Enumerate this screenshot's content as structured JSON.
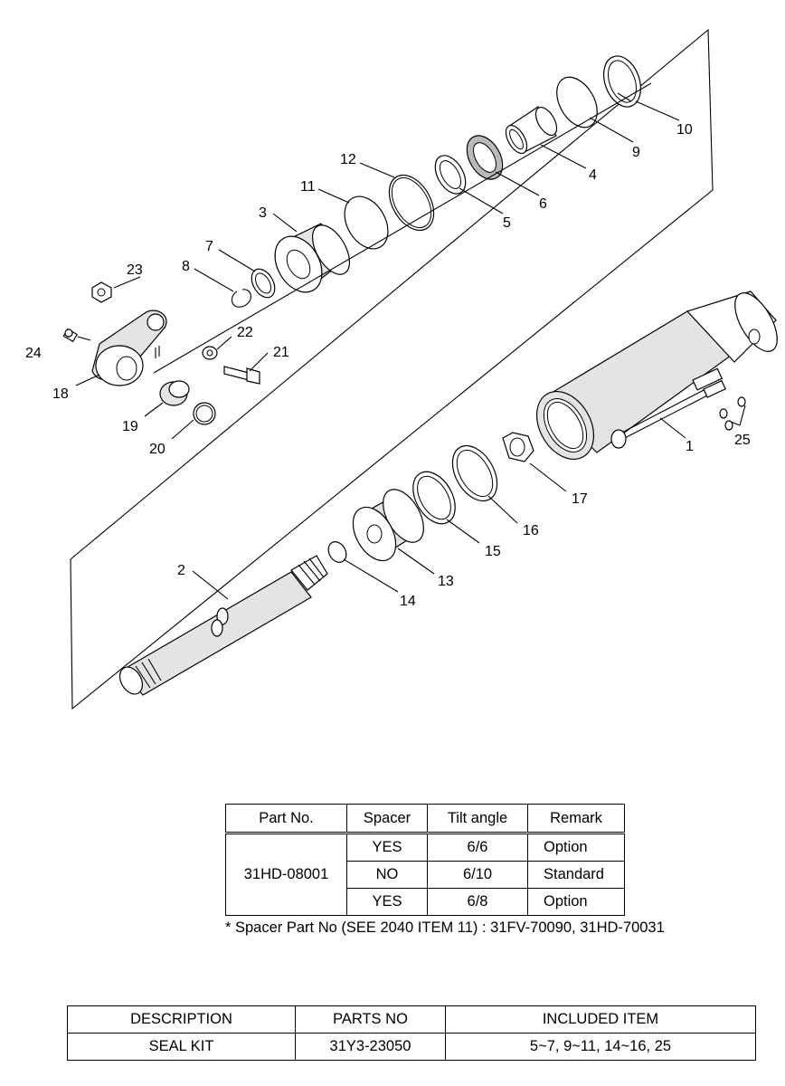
{
  "diagram": {
    "callouts": [
      "1",
      "2",
      "3",
      "4",
      "5",
      "6",
      "7",
      "8",
      "9",
      "10",
      "11",
      "12",
      "13",
      "14",
      "15",
      "16",
      "17",
      "18",
      "19",
      "20",
      "21",
      "22",
      "23",
      "24",
      "25"
    ]
  },
  "spec_table": {
    "headers": [
      "Part No.",
      "Spacer",
      "Tilt angle",
      "Remark"
    ],
    "part_no": "31HD-08001",
    "rows": [
      {
        "spacer": "YES",
        "tilt": "6/6",
        "remark": "Option"
      },
      {
        "spacer": "NO",
        "tilt": "6/10",
        "remark": "Standard"
      },
      {
        "spacer": "YES",
        "tilt": "6/8",
        "remark": "Option"
      }
    ]
  },
  "note": "* Spacer Part No (SEE 2040 ITEM 11) : 31FV-70090, 31HD-70031",
  "kit_table": {
    "headers": [
      "DESCRIPTION",
      "PARTS NO",
      "INCLUDED ITEM"
    ],
    "rows": [
      {
        "description": "SEAL KIT",
        "parts_no": "31Y3-23050",
        "included": "5~7, 9~11, 14~16, 25"
      }
    ]
  }
}
